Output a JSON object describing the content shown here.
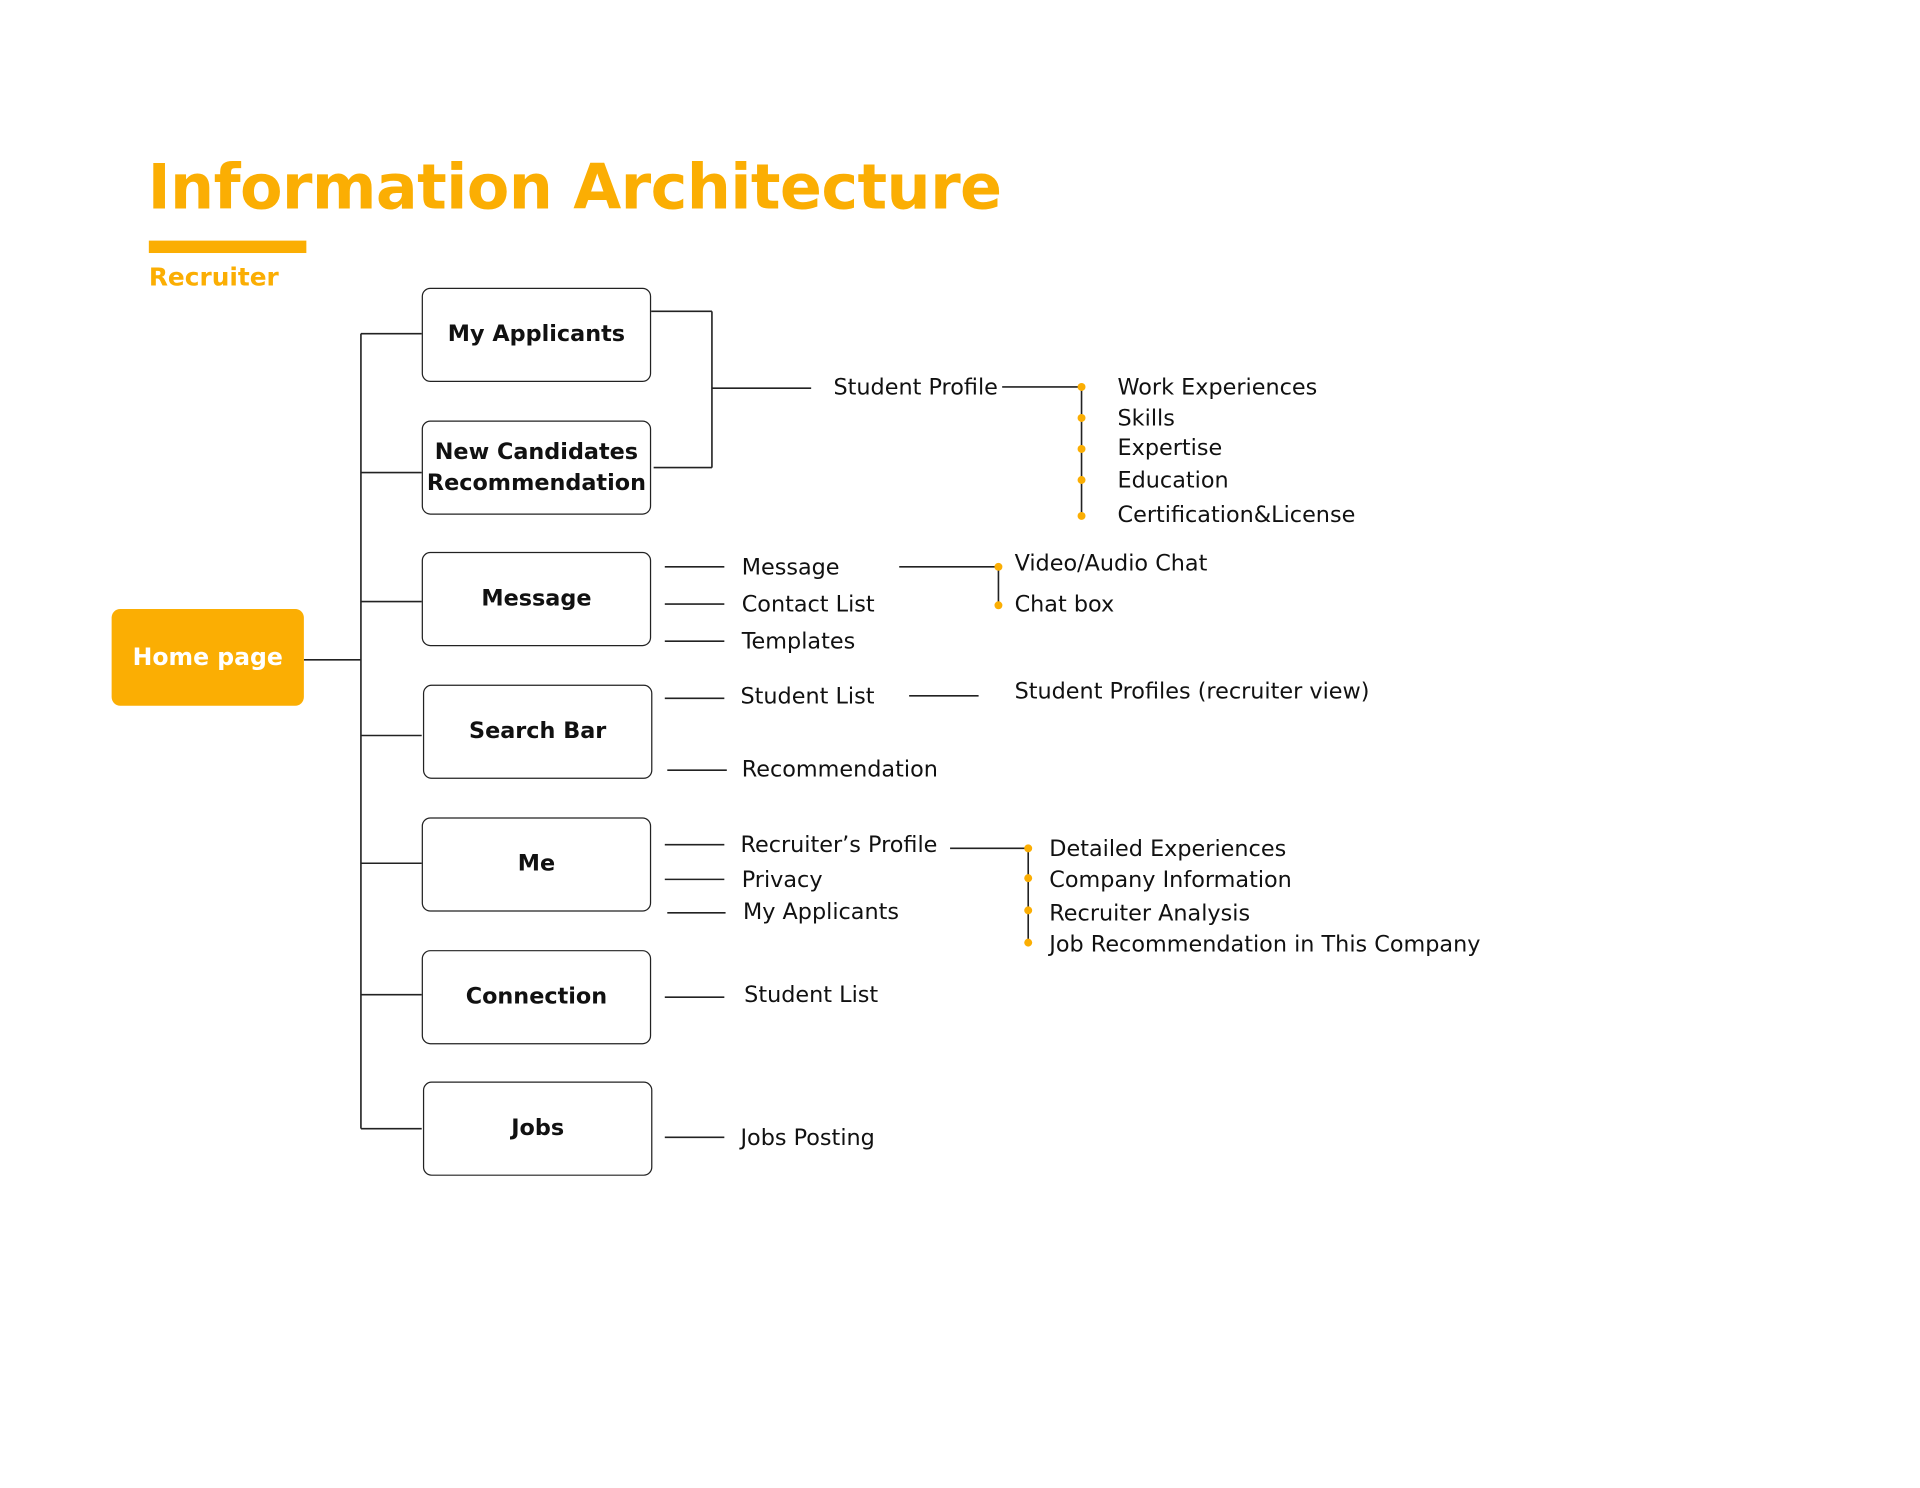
{
  "header": {
    "title": "Information Architecture",
    "subtitle": "Recruiter"
  },
  "colors": {
    "accent": "#FBAE03",
    "line": "#222222",
    "text": "#111111",
    "background": "#ffffff"
  },
  "root": {
    "label": "Home page"
  },
  "sections": [
    {
      "label": "My Applicants",
      "children": []
    },
    {
      "label": "New Candidates Recommendation",
      "children": []
    },
    {
      "label": "Message",
      "children": [
        {
          "label": "Message",
          "children": [
            "Video/Audio Chat",
            "Chat box"
          ]
        },
        {
          "label": "Contact List",
          "children": []
        },
        {
          "label": "Templates",
          "children": []
        }
      ]
    },
    {
      "label": "Search Bar",
      "children": [
        {
          "label": "Student List",
          "children": [
            "Student Profiles (recruiter  view)"
          ]
        },
        {
          "label": "Recommendation",
          "children": []
        }
      ]
    },
    {
      "label": "Me",
      "children": [
        {
          "label": "Recruiter’s Profile",
          "children": [
            "Detailed Experiences",
            "Company Information",
            "Recruiter Analysis",
            "Job Recommendation in This Company"
          ]
        },
        {
          "label": "Privacy",
          "children": []
        },
        {
          "label": "My Applicants",
          "children": []
        }
      ]
    },
    {
      "label": "Connection",
      "children": [
        {
          "label": "Student List",
          "children": []
        }
      ]
    },
    {
      "label": "Jobs",
      "children": [
        {
          "label": "Jobs Posting",
          "children": []
        }
      ]
    }
  ],
  "shared_child": {
    "label": "Student Profile",
    "children": [
      "Work Experiences",
      "Skills",
      "Expertise",
      "Education",
      "Certification&License"
    ]
  }
}
